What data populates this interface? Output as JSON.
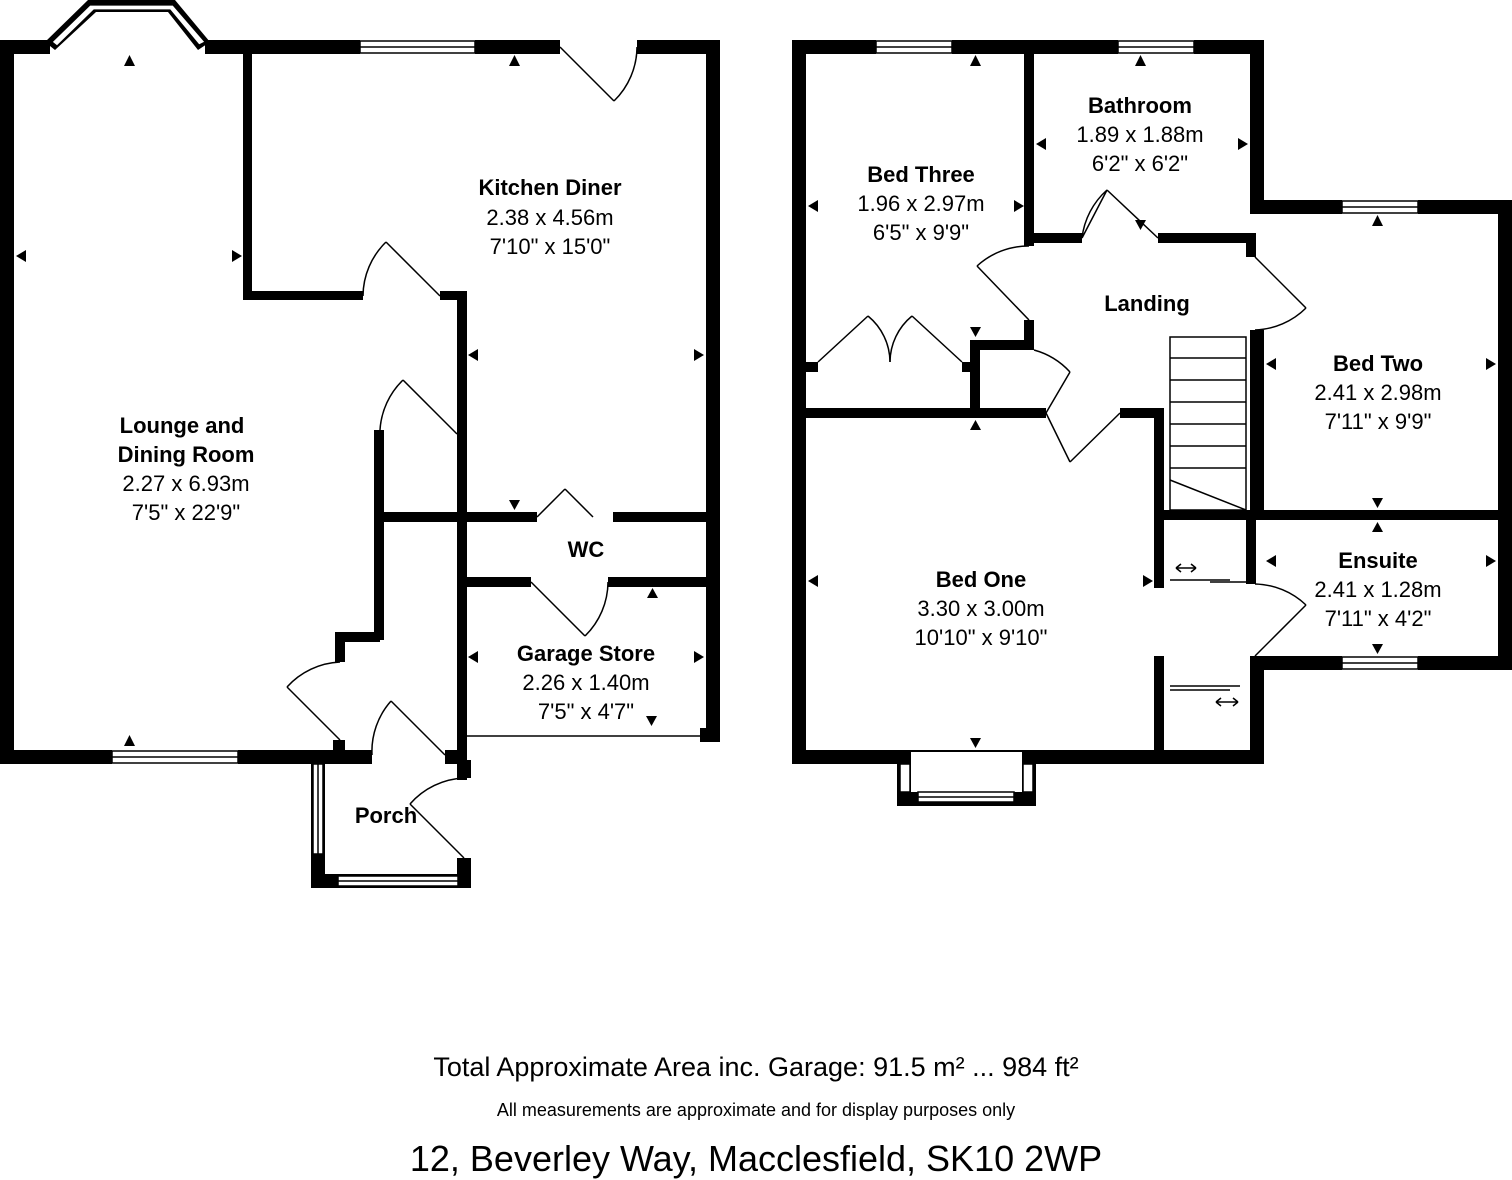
{
  "rooms": {
    "lounge": {
      "name1": "Lounge and",
      "name2": "Dining Room",
      "metric": "2.27 x 6.93m",
      "imperial": "7'5\" x 22'9\""
    },
    "kitchen": {
      "name": "Kitchen Diner",
      "metric": "2.38 x 4.56m",
      "imperial": "7'10\" x 15'0\""
    },
    "wc": {
      "name": "WC"
    },
    "garage": {
      "name": "Garage Store",
      "metric": "2.26 x 1.40m",
      "imperial": "7'5\" x 4'7\""
    },
    "porch": {
      "name": "Porch"
    },
    "bed_three": {
      "name": "Bed Three",
      "metric": "1.96 x 2.97m",
      "imperial": "6'5\" x 9'9\""
    },
    "bathroom": {
      "name": "Bathroom",
      "metric": "1.89 x 1.88m",
      "imperial": "6'2\" x 6'2\""
    },
    "landing": {
      "name": "Landing"
    },
    "bed_two": {
      "name": "Bed Two",
      "metric": "2.41 x 2.98m",
      "imperial": "7'11\" x 9'9\""
    },
    "bed_one": {
      "name": "Bed One",
      "metric": "3.30 x 3.00m",
      "imperial": "10'10\" x 9'10\""
    },
    "ensuite": {
      "name": "Ensuite",
      "metric": "2.41 x 1.28m",
      "imperial": "7'11\" x 4'2\""
    }
  },
  "footer": {
    "total_area": "Total Approximate Area inc. Garage: 91.5 m² ... 984 ft²",
    "disclaimer": "All measurements are approximate and for display purposes only",
    "address": "12, Beverley Way, Macclesfield, SK10 2WP"
  }
}
